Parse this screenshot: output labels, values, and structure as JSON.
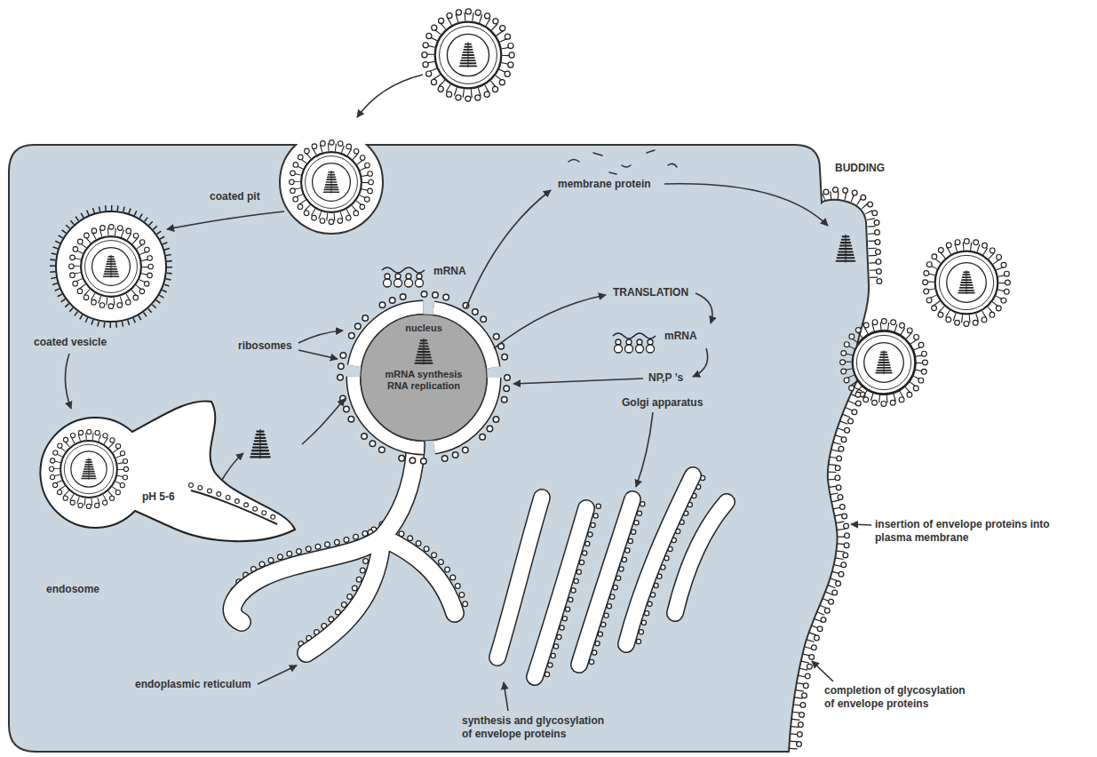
{
  "diagram": {
    "nodes": [
      {
        "text": [
          "nucleus",
          "mRNA synthesis RNA replication"
        ]
      },
      {
        "text": [
          "pH 5-6"
        ]
      }
    ],
    "edges": [
      {
        "from": 1,
        "to": 0,
        "arrow": "to"
      }
    ],
    "labels": [
      "coated pit",
      "membrane protein",
      "BUDDING",
      "mRNA",
      "TRANSLATION",
      "coated vesicle",
      "ribosomes",
      "mRNA",
      "NP,P ’s",
      "Golgi apparatus",
      "insertion of envelope proteins into plasma membrane",
      "endosome",
      "endoplasmic reticulum",
      "completion of glycosylation of envelope proteins",
      "synthesis and glycosylation of envelope proteins"
    ]
  }
}
